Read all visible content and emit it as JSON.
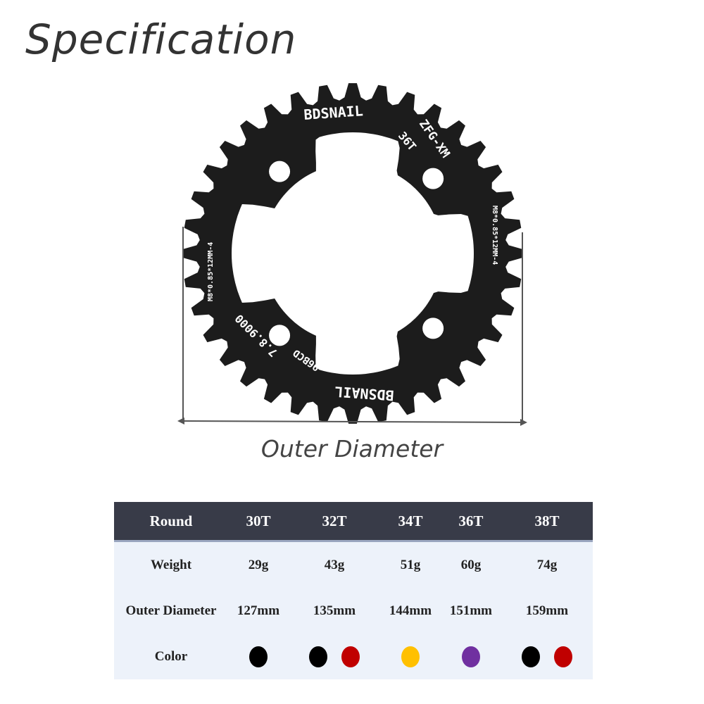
{
  "title": "Specification",
  "caption": "Outer Diameter",
  "product_logo_text": [
    "BDSNAIL",
    "36T",
    "ZFG-XM",
    "M8*0.85*12MM-4",
    "7.8.9000",
    "96BCD"
  ],
  "table": {
    "header": [
      "Round",
      "30T",
      "32T",
      "34T",
      "36T",
      "38T"
    ],
    "rows": [
      {
        "label": "Weight",
        "values": [
          "29g",
          "43g",
          "51g",
          "60g",
          "74g"
        ]
      },
      {
        "label": "Outer Diameter",
        "values": [
          "127mm",
          "135mm",
          "144mm",
          "151mm",
          "159mm"
        ]
      },
      {
        "label": "Color",
        "colors": [
          [
            "#000000"
          ],
          [
            "#000000",
            "#c00000"
          ],
          [
            "#ffc000"
          ],
          [
            "#7030a0"
          ],
          [
            "#000000",
            "#c00000"
          ]
        ]
      }
    ]
  },
  "colors": {
    "header_bg": "#383b48",
    "body_bg": "#edf2fa",
    "ring": "#1c1c1c",
    "dimension_line": "#555555"
  }
}
